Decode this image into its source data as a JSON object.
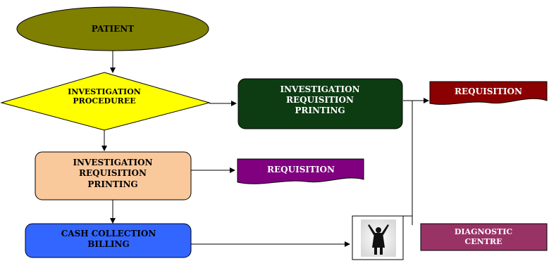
{
  "nodes": {
    "patient": {
      "label": "PATIENT",
      "fill": "#7f7f00"
    },
    "investigation_procedure": {
      "lines": [
        "INVESTIGATION",
        "PROCEDUREE"
      ],
      "fill": "#ffff00"
    },
    "investigation_printing_top": {
      "lines": [
        "INVESTIGATION",
        "REQUISITION",
        "PRINTING"
      ],
      "fill": "#0d3b12",
      "text_color": "#ffffff"
    },
    "requisition_top": {
      "label": "REQUISITION",
      "fill": "#8b0000",
      "text_color": "#ffffff"
    },
    "investigation_printing_left": {
      "lines": [
        "INVESTIGATION",
        "REQUISITION",
        "PRINTING"
      ],
      "fill": "#f9c89b"
    },
    "requisition_mid": {
      "label": "REQUISITION",
      "fill": "#800080",
      "text_color": "#ffffff"
    },
    "cash_collection": {
      "lines": [
        "CASH COLLECTION",
        "BILLING"
      ],
      "fill": "#3366ff"
    },
    "person_image": {
      "icon": "person-arms-raised-icon"
    },
    "diagnostic_centre": {
      "lines": [
        "DIAGNOSTIC",
        "CENTRE"
      ],
      "fill": "#993366",
      "text_color": "#ffffff"
    }
  },
  "colors": {
    "arrow": "#000000",
    "stroke": "#000000"
  }
}
